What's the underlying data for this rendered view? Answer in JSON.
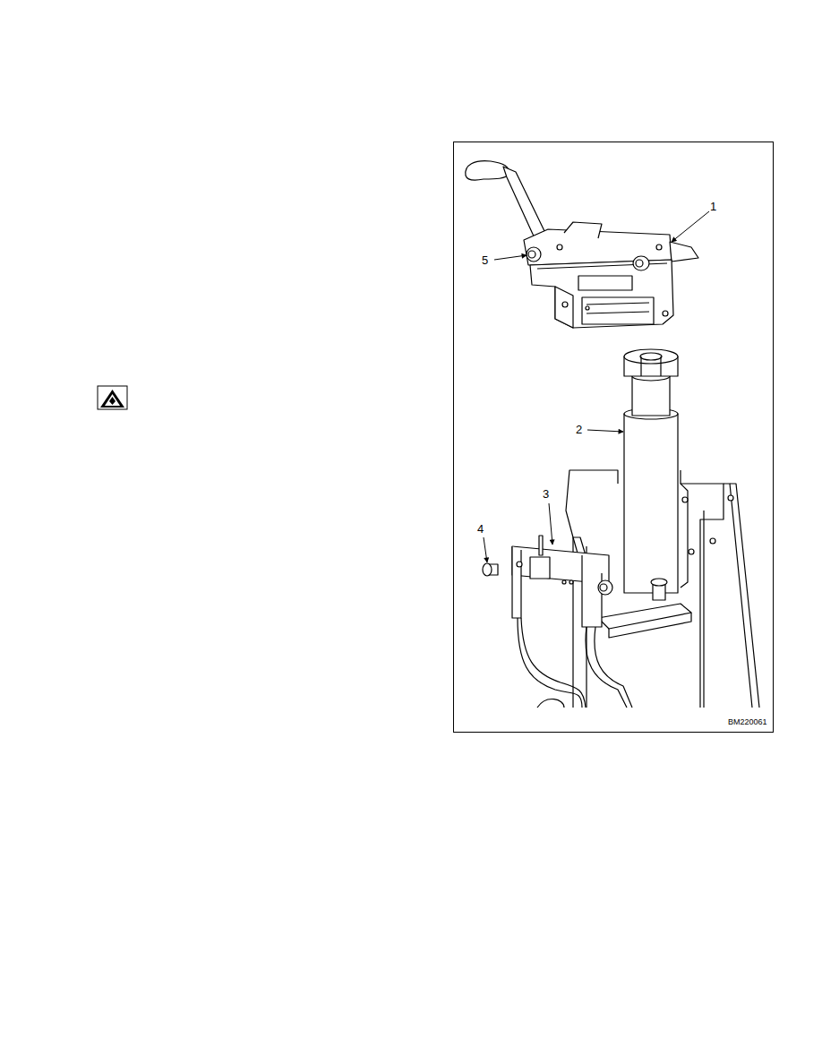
{
  "diagram": {
    "labels": [
      "1",
      "5",
      "2",
      "3",
      "4",
      "BM220061"
    ]
  }
}
